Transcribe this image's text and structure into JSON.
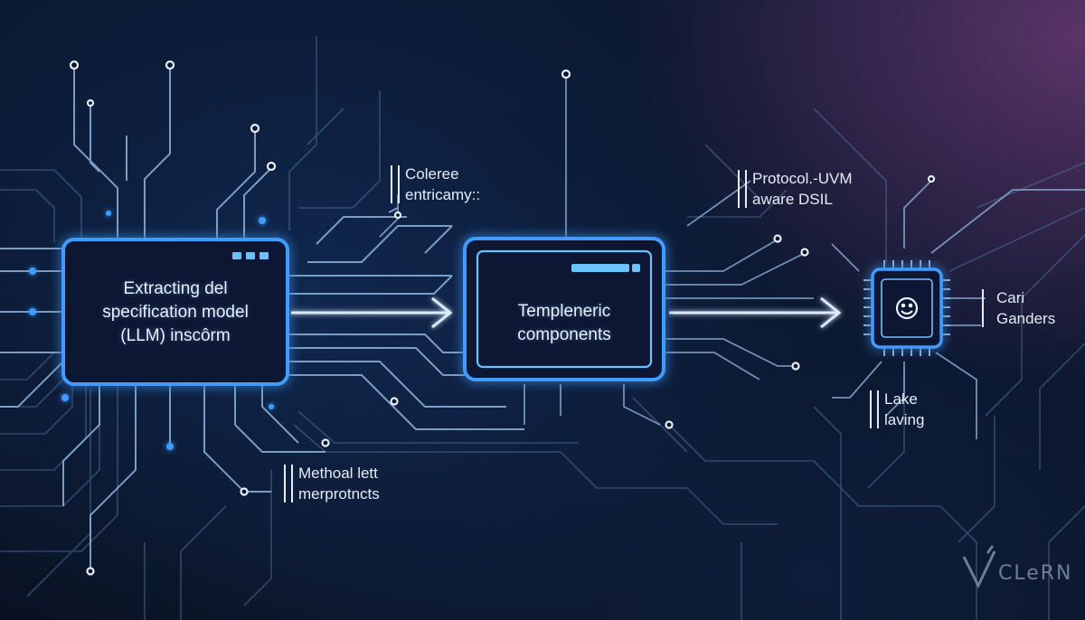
{
  "nodes": [
    {
      "id": "extract",
      "lines": [
        "Extracting del",
        "specification model",
        "(LLM) inscôrm"
      ]
    },
    {
      "id": "template",
      "lines": [
        "Templeneric",
        "components"
      ]
    },
    {
      "id": "chip",
      "icon": "smiley-chip-icon"
    }
  ],
  "labels": {
    "coleree": [
      "Coleree",
      "entricamy::"
    ],
    "protocol": [
      "Protocol.-UVM",
      "aware DSIL"
    ],
    "cari": [
      "Cari",
      "Ganders"
    ],
    "lake": [
      "Lake",
      "laving"
    ],
    "methoal": [
      "Methoal lett",
      "merprotncts"
    ]
  },
  "logo": {
    "text": "CLeRN"
  },
  "colors": {
    "accent": "#3f9cff",
    "glow": "#6fc0ff",
    "background": "#0a1528",
    "magenta_tint": "#8e468c"
  }
}
